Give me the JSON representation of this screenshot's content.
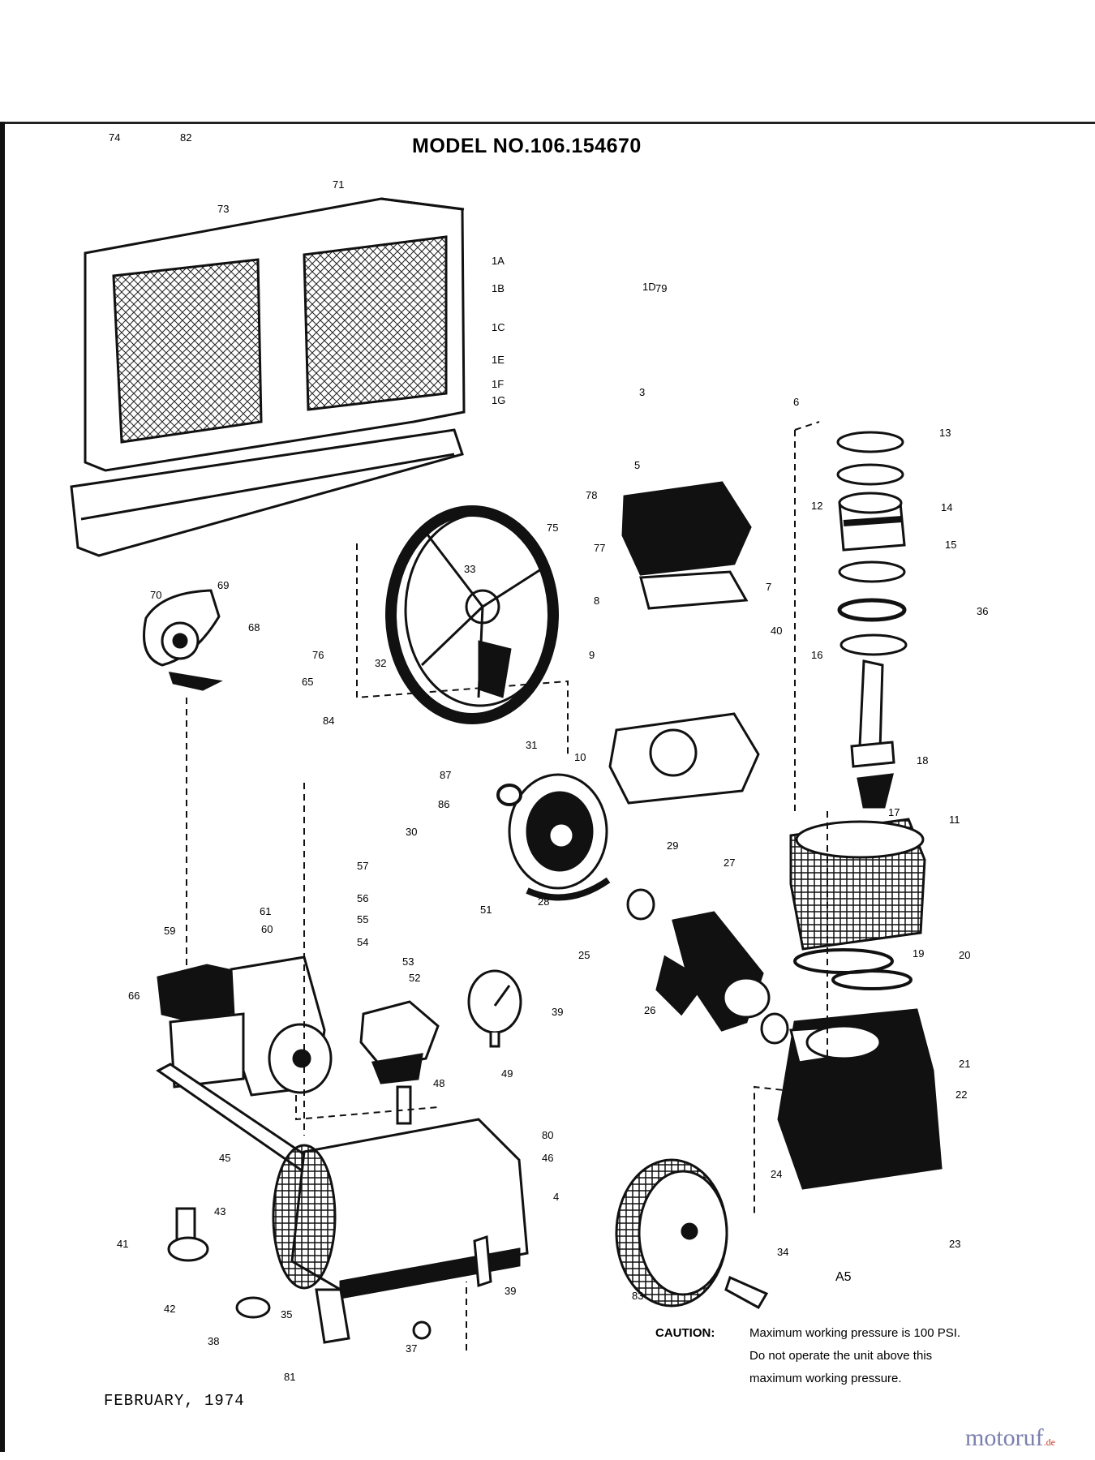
{
  "title": "MODEL NO.106.154670",
  "caution": {
    "label": "CAUTION:",
    "lines": [
      "Maximum working pressure is 100 PSI.",
      "Do not operate the unit above this",
      "maximum working pressure."
    ]
  },
  "date": "FEBRUARY, 1974",
  "ref_code": "A5",
  "logo": {
    "name": "motoruf",
    "tld": ".de"
  },
  "callouts": [
    "74",
    "82",
    "73",
    "71",
    "1A",
    "1B",
    "1C",
    "1D",
    "1E",
    "1F",
    "1G",
    "79",
    "3",
    "6",
    "13",
    "12",
    "14",
    "15",
    "5",
    "78",
    "75",
    "77",
    "7",
    "36",
    "16",
    "8",
    "40",
    "9",
    "33",
    "32",
    "70",
    "69",
    "68",
    "76",
    "65",
    "84",
    "31",
    "10",
    "17",
    "18",
    "87",
    "86",
    "30",
    "29",
    "11",
    "19",
    "57",
    "56",
    "55",
    "54",
    "51",
    "27",
    "61",
    "60",
    "59",
    "53",
    "52",
    "28",
    "25",
    "20",
    "66",
    "39",
    "26",
    "49",
    "48",
    "21",
    "22",
    "45",
    "80",
    "46",
    "4",
    "24",
    "23",
    "41",
    "43",
    "42",
    "34",
    "38",
    "35",
    "83",
    "39",
    "37",
    "81"
  ]
}
